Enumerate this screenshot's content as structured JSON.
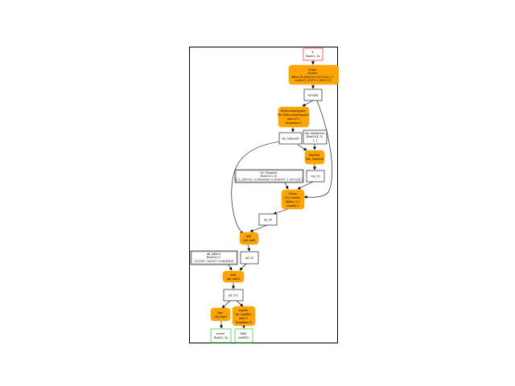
{
  "graph": {
    "nodes": [
      {
        "id": "x",
        "lines": [
          "X",
          "float32, 1x"
        ]
      },
      {
        "id": "scaler",
        "lines": [
          "Scaler",
          "(Scaler)",
          "offset=[0.843333 0.0573333 2.7",
          "scale=[1.21079 2.3063 0.5]"
        ]
      },
      {
        "id": "variable",
        "lines": [
          "variable"
        ]
      },
      {
        "id": "reducesum",
        "lines": [
          "ReduceSumSquare",
          "(Re_ReduceSumSquare)",
          "axes=[1]",
          "keepdims=1"
        ]
      },
      {
        "id": "re_reduced0",
        "lines": [
          "Re_reduced0"
        ]
      },
      {
        "id": "mu_matmul",
        "lines": [
          "Mu_MatMulcst",
          "float32(4, 3)",
          "[...]"
        ]
      },
      {
        "id": "matmul",
        "lines": [
          "MatMul",
          "(Mu_MatMul)"
        ]
      },
      {
        "id": "ge_gemmcst",
        "lines": [
          "Ge_Gemmcst",
          "float32(3, 4)",
          "[[-1.2387702  -0.09005569  -0.9916797   -1.0377261 ]"
        ]
      },
      {
        "id": "mu_y0",
        "lines": [
          "Mu_Y0"
        ]
      },
      {
        "id": "gemm",
        "lines": [
          "Gemm",
          "(Ge_Gemm)",
          "alpha=-2.0",
          "transB=1"
        ]
      },
      {
        "id": "ge_y0",
        "lines": [
          "Ge_Y0"
        ]
      },
      {
        "id": "add1",
        "lines": [
          "Add",
          "(Ad_Add)"
        ]
      },
      {
        "id": "ad_addcst",
        "lines": [
          "Ad_Addcst",
          "float32(3,)",
          "[1.5299  7.635977  6.9834916]"
        ]
      },
      {
        "id": "ad_c0",
        "lines": [
          "Ad_C0"
        ]
      },
      {
        "id": "add2",
        "lines": [
          "Add",
          "(Ad_Add1)"
        ]
      },
      {
        "id": "ad_c01",
        "lines": [
          "Ad_C01"
        ]
      },
      {
        "id": "sqrt",
        "lines": [
          "Sqrt",
          "(Sq_Sqrt)"
        ]
      },
      {
        "id": "argmin",
        "lines": [
          "ArgMin",
          "(Ar_ArgMin)",
          "axis=1",
          "keepdims=0"
        ]
      },
      {
        "id": "scores",
        "lines": [
          "scores",
          "float32, 3x"
        ]
      },
      {
        "id": "label",
        "lines": [
          "label",
          "int64(1)"
        ]
      }
    ]
  },
  "colors": {
    "op_fill": "#ffa500",
    "input_border": "#ff0000",
    "output_border": "#00cc00",
    "data_border": "#000000",
    "edge": "#000000"
  }
}
